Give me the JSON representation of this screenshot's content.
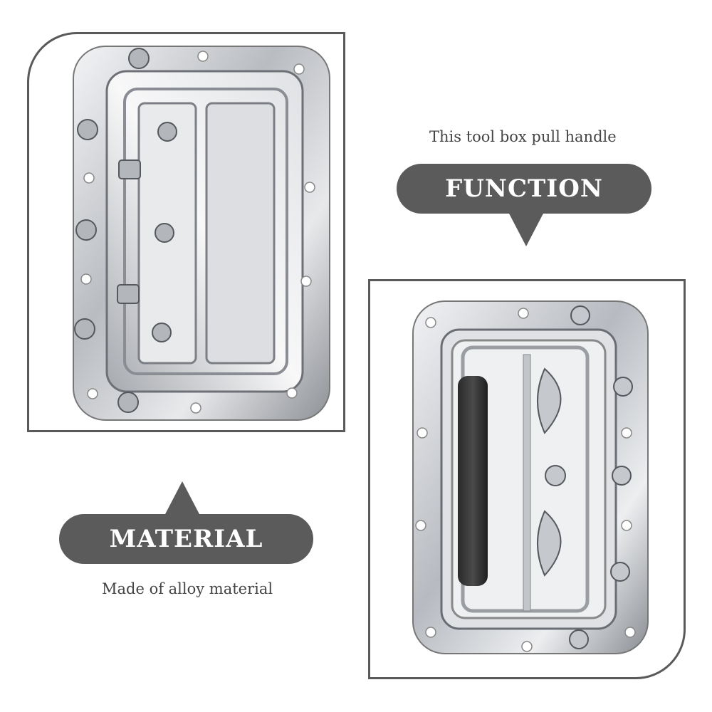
{
  "function_block": {
    "caption": "This tool box pull handle",
    "label": "FUNCTION"
  },
  "material_block": {
    "label": "MATERIAL",
    "caption": "Made of alloy material"
  },
  "images": {
    "back_view": "pull-handle-back-view",
    "front_view": "pull-handle-front-view"
  },
  "colors": {
    "pill": "#5b5b5b",
    "frame": "#5a5a5a",
    "metal": "#c9ccd0"
  }
}
